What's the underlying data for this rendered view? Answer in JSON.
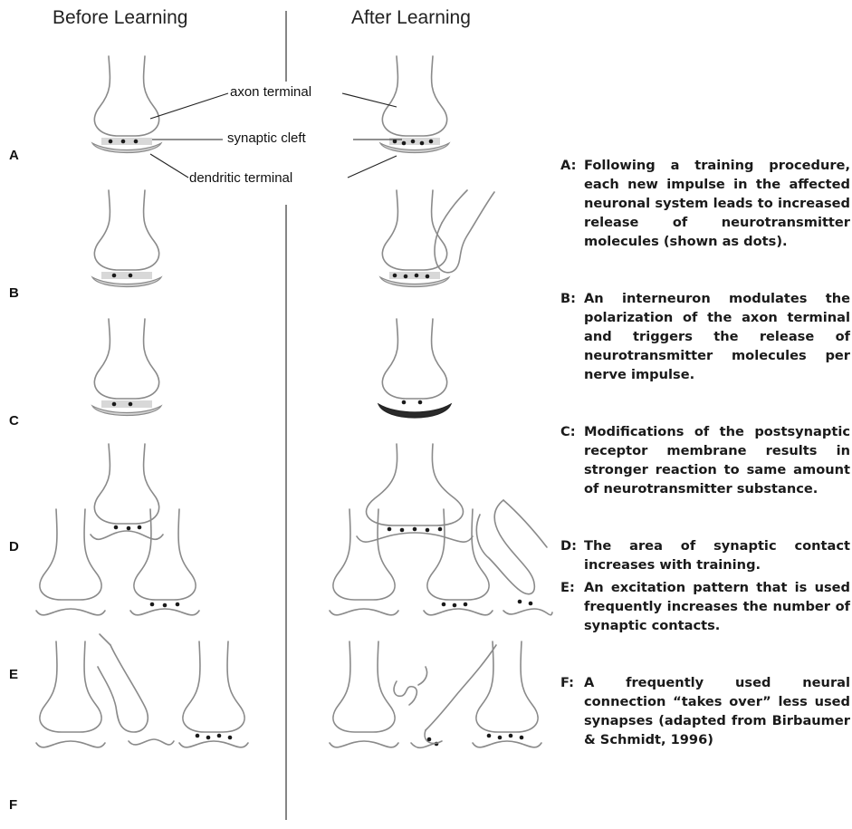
{
  "headings": {
    "before": "Before Learning",
    "after": "After Learning"
  },
  "labels": {
    "axon_terminal": "axon terminal",
    "synaptic_cleft": "synaptic cleft",
    "dendritic_terminal": "dendritic terminal"
  },
  "rows": [
    "A",
    "B",
    "C",
    "D",
    "E",
    "F"
  ],
  "legend": [
    {
      "key": "A:",
      "text": "Following a training procedure, each new impulse in the affected neuronal system leads to increased release of neurotransmitter molecules (shown as dots)."
    },
    {
      "key": "B:",
      "text": "An interneuron modulates the polarization of the axon terminal and triggers the release of neurotransmitter molecules per nerve impulse."
    },
    {
      "key": "C:",
      "text": "Modifications of the postsynaptic receptor membrane results in stronger reaction to same amount of neurotransmitter substance."
    },
    {
      "key": "D:",
      "text": "The area of synaptic contact increases with training."
    },
    {
      "key": "E:",
      "text": "An excitation pattern that is used frequently increases the number of synaptic contacts."
    },
    {
      "key": "F:",
      "text": "A frequently used neural connection “takes over” less used synapses (adapted from Birbaumer & Schmidt, 1996)"
    }
  ]
}
